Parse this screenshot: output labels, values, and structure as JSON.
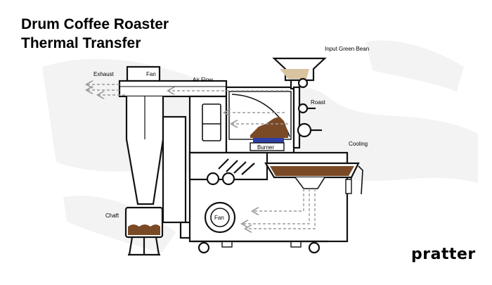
{
  "title": {
    "line1": "Drum Coffee Roaster",
    "line2": "Thermal Transfer"
  },
  "labels": {
    "input": "Input Green Bean",
    "exhaust": "Exhaust",
    "fan_top": "Fan",
    "air_flow": "Air Flow",
    "roast": "Roast",
    "cooling": "Cooling",
    "chaft": "Chaft",
    "fan_bottom": "Fan",
    "burner": "Burner"
  },
  "watermark": "pratter",
  "brand": "pratter",
  "colors": {
    "line": "#111111",
    "arrow": "#9a9a9a",
    "coffee": "#7a4a26",
    "bean_light": "#d8c4a0",
    "burner_blue": "#2f3fa8",
    "background_map": "#f1f1f1"
  }
}
